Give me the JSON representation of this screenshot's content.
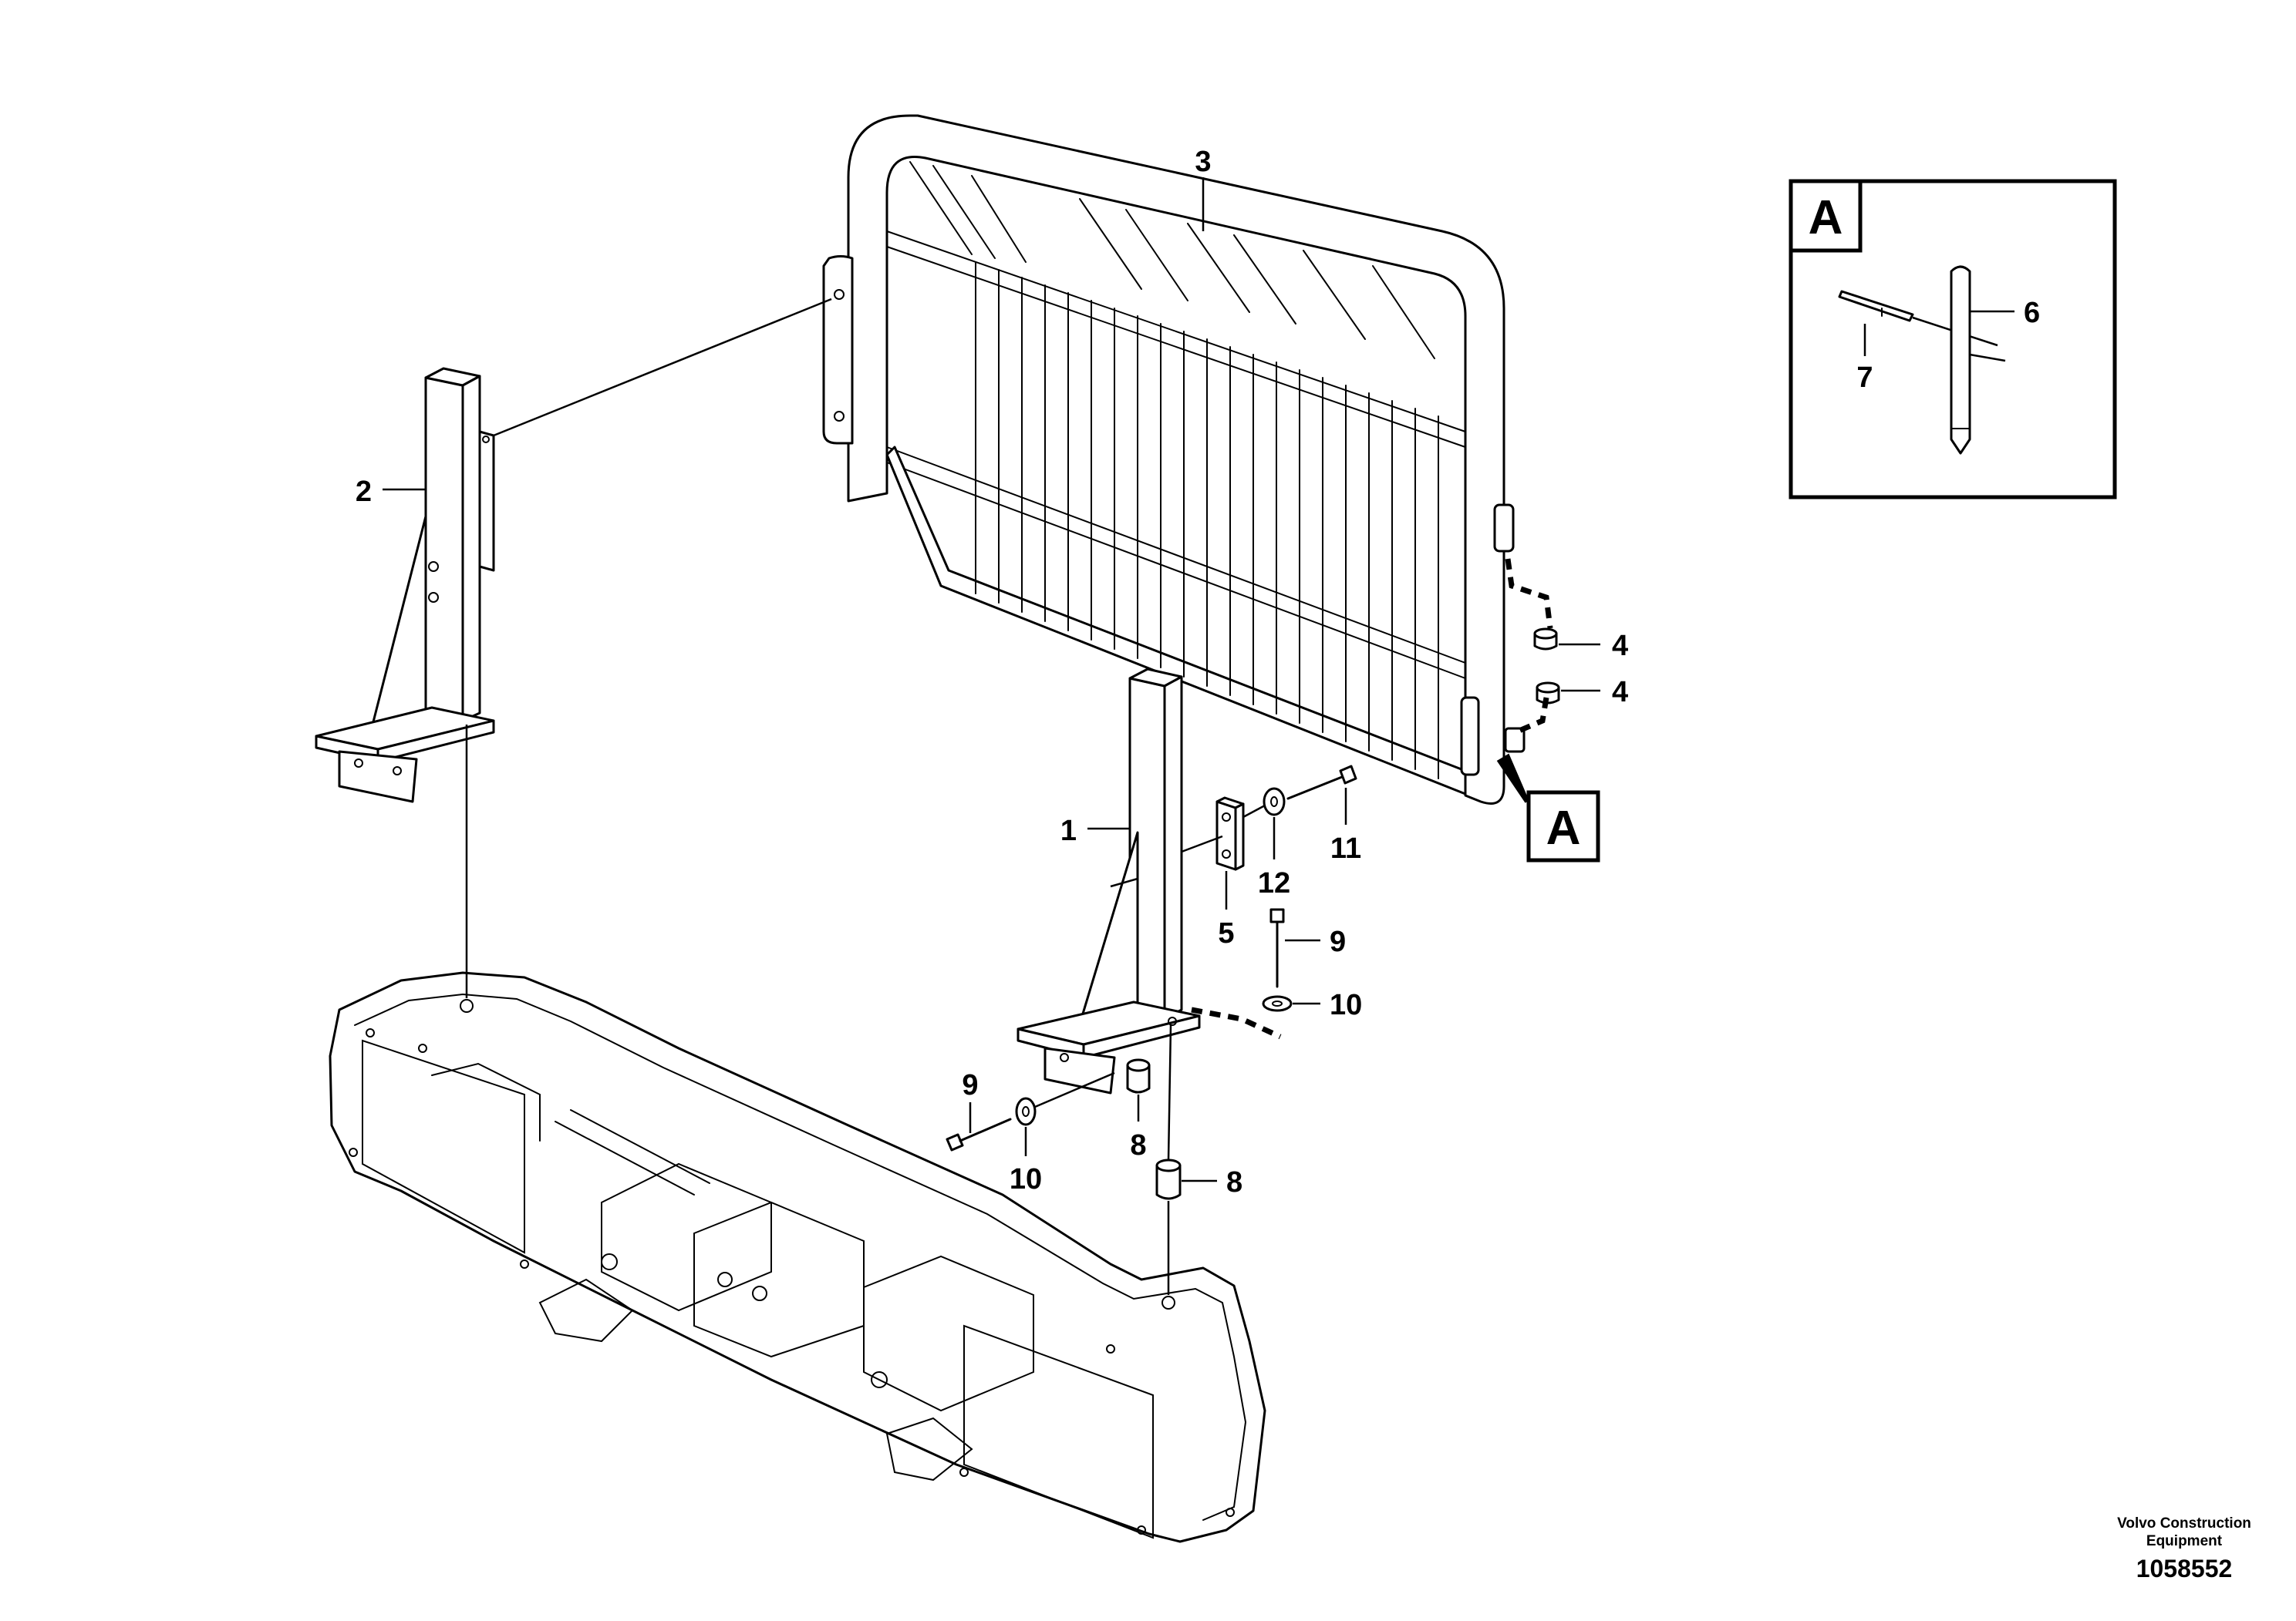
{
  "callouts": {
    "c1": "1",
    "c2": "2",
    "c3": "3",
    "c4a": "4",
    "c4b": "4",
    "c5": "5",
    "c6": "6",
    "c7": "7",
    "c8a": "8",
    "c8b": "8",
    "c9a": "9",
    "c9b": "9",
    "c10a": "10",
    "c10b": "10",
    "c11": "11",
    "c12": "12"
  },
  "detail_marker": {
    "letter": "A"
  },
  "detail_view": {
    "letter": "A"
  },
  "footer": {
    "brand_line1": "Volvo Construction",
    "brand_line2": "Equipment",
    "figure_number": "1058552"
  }
}
